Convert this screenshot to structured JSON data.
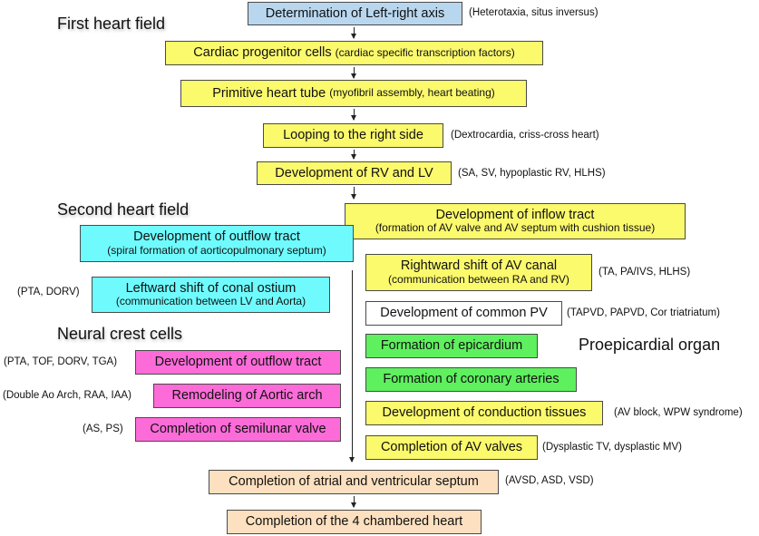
{
  "sections": {
    "first_heart_field": "First heart field",
    "second_heart_field": "Second heart field",
    "neural_crest_cells": "Neural crest cells",
    "proepicardial_organ": "Proepicardial organ"
  },
  "main_flow": [
    {
      "title": "Determination of Left-right axis",
      "note": "(Heterotaxia, situs inversus)",
      "color": "#b8d7ef"
    },
    {
      "title": "Cardiac progenitor cells",
      "detail": "(cardiac specific transcription factors)",
      "color": "#fbf96c"
    },
    {
      "title": "Primitive heart tube",
      "detail": "(myofibril assembly, heart beating)",
      "color": "#fbf96c"
    },
    {
      "title": "Looping to the right side",
      "note": "(Dextrocardia, criss-cross heart)",
      "color": "#fbf96c"
    },
    {
      "title": "Development of RV and LV",
      "note": "(SA, SV, hypoplastic RV, HLHS)",
      "color": "#fbf96c"
    }
  ],
  "second_heart_field": [
    {
      "title": "Development of outflow tract",
      "detail": "(spiral formation of aorticopulmonary septum)",
      "color": "#6ffbfd"
    },
    {
      "title": "Leftward shift of conal ostium",
      "detail": "(communication between LV and Aorta)",
      "note": "(PTA, DORV)",
      "color": "#6ffbfd"
    }
  ],
  "neural_crest": [
    {
      "title": "Development of outflow tract",
      "note": "(PTA, TOF, DORV, TGA)",
      "color": "#fd6bd9"
    },
    {
      "title": "Remodeling of Aortic arch",
      "note": "(Double Ao Arch, RAA, IAA)",
      "color": "#fd6bd9"
    },
    {
      "title": "Completion of semilunar valve",
      "note": "(AS, PS)",
      "color": "#fd6bd9"
    }
  ],
  "inflow": [
    {
      "title": "Development of inflow tract",
      "detail": "(formation of AV valve and AV septum with cushion tissue)",
      "color": "#fbf96c"
    },
    {
      "title": "Rightward shift of AV canal",
      "detail": "(communication between RA and RV)",
      "note": "(TA, PA/IVS, HLHS)",
      "color": "#fbf96c"
    },
    {
      "title": "Development of common PV",
      "note": "(TAPVD, PAPVD, Cor triatriatum)",
      "color": "#ffffff"
    },
    {
      "title": "Formation of epicardium",
      "color": "#5ef05e"
    },
    {
      "title": "Formation of coronary arteries",
      "color": "#5ef05e"
    },
    {
      "title": "Development of conduction tissues",
      "note": "(AV block, WPW syndrome)",
      "color": "#fbf96c"
    },
    {
      "title": "Completion of AV valves",
      "note": "(Dysplastic TV, dysplastic MV)",
      "color": "#fbf96c"
    }
  ],
  "final": [
    {
      "title": "Completion of atrial and ventricular septum",
      "note": "(AVSD, ASD, VSD)",
      "color": "#fde0bf"
    },
    {
      "title": "Completion of the 4 chambered heart",
      "color": "#fde0bf"
    }
  ]
}
